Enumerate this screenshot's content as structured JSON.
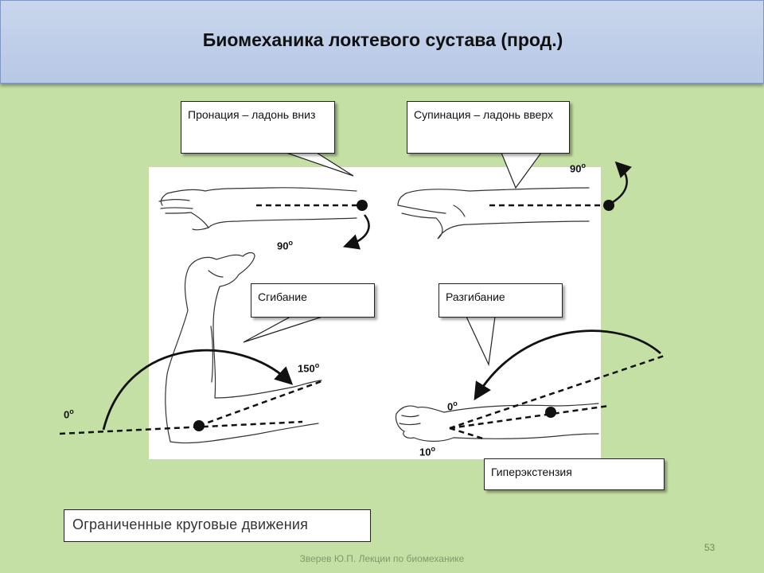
{
  "header": {
    "title": "Биомеханика локтевого сустава (прод.)"
  },
  "callouts": {
    "pronation": "Пронация – ладонь вниз",
    "supination": "Супинация – ладонь вверх",
    "flexion": "Сгибание",
    "extension": "Разгибание",
    "hyperextension": "Гиперэкстензия"
  },
  "angles": {
    "pronation": "90",
    "supination": "90",
    "flexion_start": "0",
    "flexion_end": "150",
    "extension_zero": "0",
    "hyperextension": "10",
    "degree_symbol": "o"
  },
  "bottom_note": "Ограниченные круговые движения",
  "slide_number": "53",
  "footer": "Зверев Ю.П. Лекции по биомеханике",
  "colors": {
    "background": "#c5e0a5",
    "title_bar": "#c2d2eb",
    "panel": "#ffffff"
  }
}
